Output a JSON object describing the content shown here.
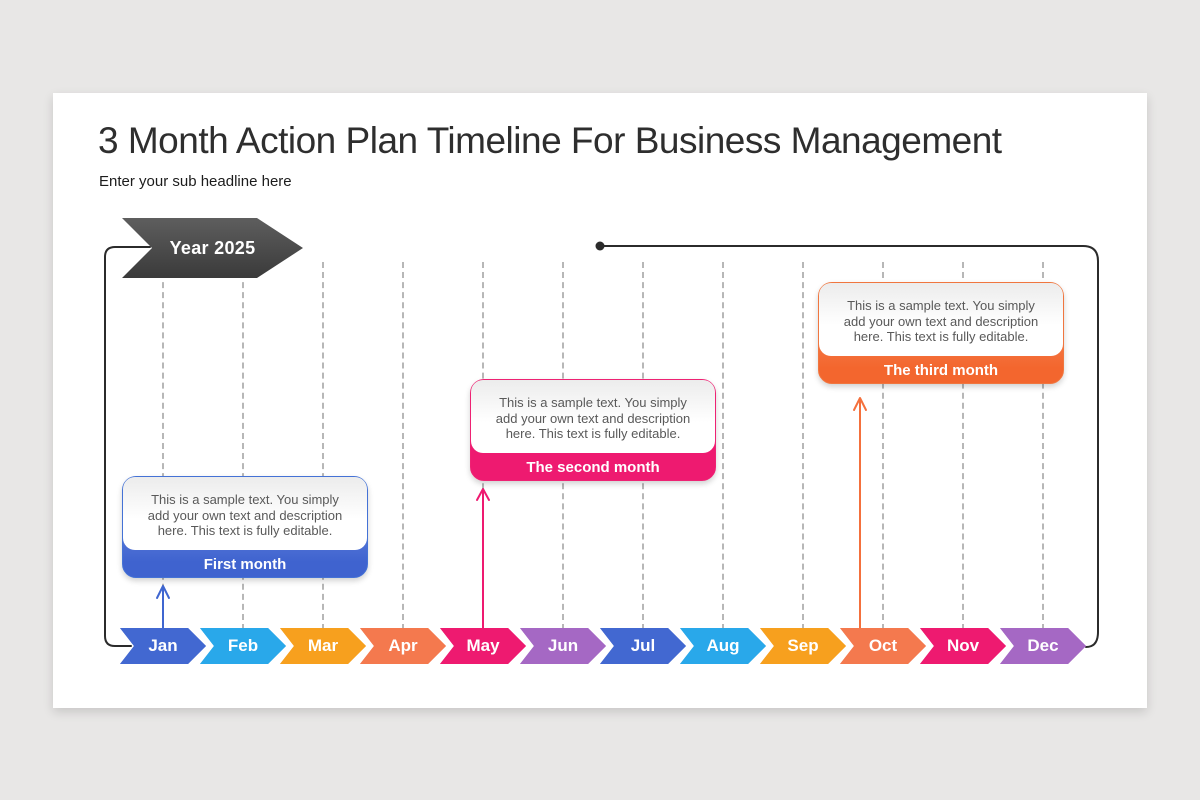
{
  "header": {
    "title": "3 Month Action Plan Timeline For Business Management",
    "subtitle": "Enter your sub headline here"
  },
  "year_badge": {
    "label": "Year 2025"
  },
  "cards": [
    {
      "body": "This is a sample text. You simply add your own text and description here. This text is fully editable.",
      "label": "First month",
      "accent": "#4472d6",
      "footer_top": "#84a0e9",
      "footer_bottom": "#3f63cf",
      "arrow": "#3f66d0"
    },
    {
      "body": "This is a sample text. You simply add your own text and description here. This text is fully editable.",
      "label": "The second month",
      "accent": "#ee2273",
      "footer_top": "#f express4f95",
      "footer_bottom": "#ee1a70",
      "arrow": "#ee1a70"
    },
    {
      "body": "This is a sample text. You simply add your own text and description here. This text is fully editable.",
      "label": "The third month",
      "accent": "#f0763f",
      "footer_top": "#f79c6f",
      "footer_bottom": "#f3662e",
      "arrow": "#f4703c"
    }
  ],
  "timeline": {
    "months": [
      {
        "label": "Jan",
        "color": "#4268d1"
      },
      {
        "label": "Feb",
        "color": "#29a8ea"
      },
      {
        "label": "Mar",
        "color": "#f7a01e"
      },
      {
        "label": "Apr",
        "color": "#f4794e"
      },
      {
        "label": "May",
        "color": "#ee1a70"
      },
      {
        "label": "Jun",
        "color": "#a568c4"
      },
      {
        "label": "Jul",
        "color": "#4268d1"
      },
      {
        "label": "Aug",
        "color": "#29a8ea"
      },
      {
        "label": "Sep",
        "color": "#f7a01e"
      },
      {
        "label": "Oct",
        "color": "#f4794e"
      },
      {
        "label": "Nov",
        "color": "#ee1a70"
      },
      {
        "label": "Dec",
        "color": "#a568c4"
      }
    ]
  },
  "colors": {
    "connector": "#2b2b2b",
    "dashed_line": "#b7b7b7",
    "page_bg": "#e8e7e6",
    "slide_bg": "#ffffff"
  }
}
